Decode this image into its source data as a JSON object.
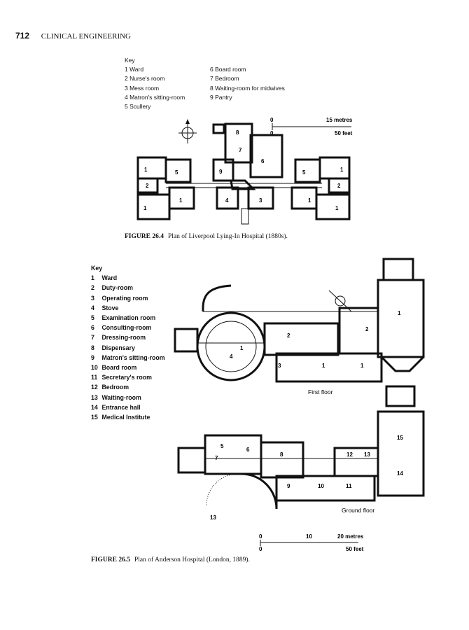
{
  "header": {
    "page_number": "712",
    "running_title": "CLINICAL ENGINEERING"
  },
  "figure1": {
    "key_title": "Key",
    "key_items": [
      "1 Ward",
      "2 Nurse's room",
      "3 Mess room",
      "4 Matron's sitting-room",
      "5 Scullery",
      "6 Board room",
      "7 Bedroom",
      "8 Waiting-room for midwives",
      "9 Pantry"
    ],
    "scale": {
      "top_zero": "0",
      "top_label": "15 metres",
      "bottom_zero": "0",
      "bottom_label": "50 feet"
    },
    "plan_labels": [
      "8",
      "7",
      "6",
      "9",
      "5",
      "1",
      "2",
      "1",
      "1",
      "4",
      "3",
      "5",
      "1",
      "2",
      "1",
      "1"
    ],
    "caption_label": "FIGURE 26.4",
    "caption_text": "Plan of Liverpool Lying-In Hospital (1880s)."
  },
  "figure2": {
    "key_title": "Key",
    "key_items": [
      {
        "n": "1",
        "label": "Ward"
      },
      {
        "n": "2",
        "label": "Duty-room"
      },
      {
        "n": "3",
        "label": "Operating room"
      },
      {
        "n": "4",
        "label": "Stove"
      },
      {
        "n": "5",
        "label": "Examination room"
      },
      {
        "n": "6",
        "label": "Consulting-room"
      },
      {
        "n": "7",
        "label": "Dressing-room"
      },
      {
        "n": "8",
        "label": "Dispensary"
      },
      {
        "n": "9",
        "label": "Matron's sitting-room"
      },
      {
        "n": "10",
        "label": "Board room"
      },
      {
        "n": "11",
        "label": "Secretary's room"
      },
      {
        "n": "12",
        "label": "Bedroom"
      },
      {
        "n": "13",
        "label": "Waiting-room"
      },
      {
        "n": "14",
        "label": "Entrance hall"
      },
      {
        "n": "15",
        "label": "Medical Institute"
      }
    ],
    "first_floor_label": "First floor",
    "ground_floor_label": "Ground floor",
    "first_floor_labels": [
      "1",
      "4",
      "2",
      "2",
      "1",
      "3",
      "1",
      "1"
    ],
    "ground_floor_labels": [
      "5",
      "6",
      "7",
      "8",
      "12",
      "13",
      "15",
      "14",
      "9",
      "10",
      "11",
      "13"
    ],
    "scale": {
      "t0": "0",
      "t10": "10",
      "t20": "20 metres",
      "b0": "0",
      "b50": "50 feet"
    },
    "caption_label": "FIGURE 26.5",
    "caption_text": "Plan of Anderson Hospital (London, 1889)."
  }
}
